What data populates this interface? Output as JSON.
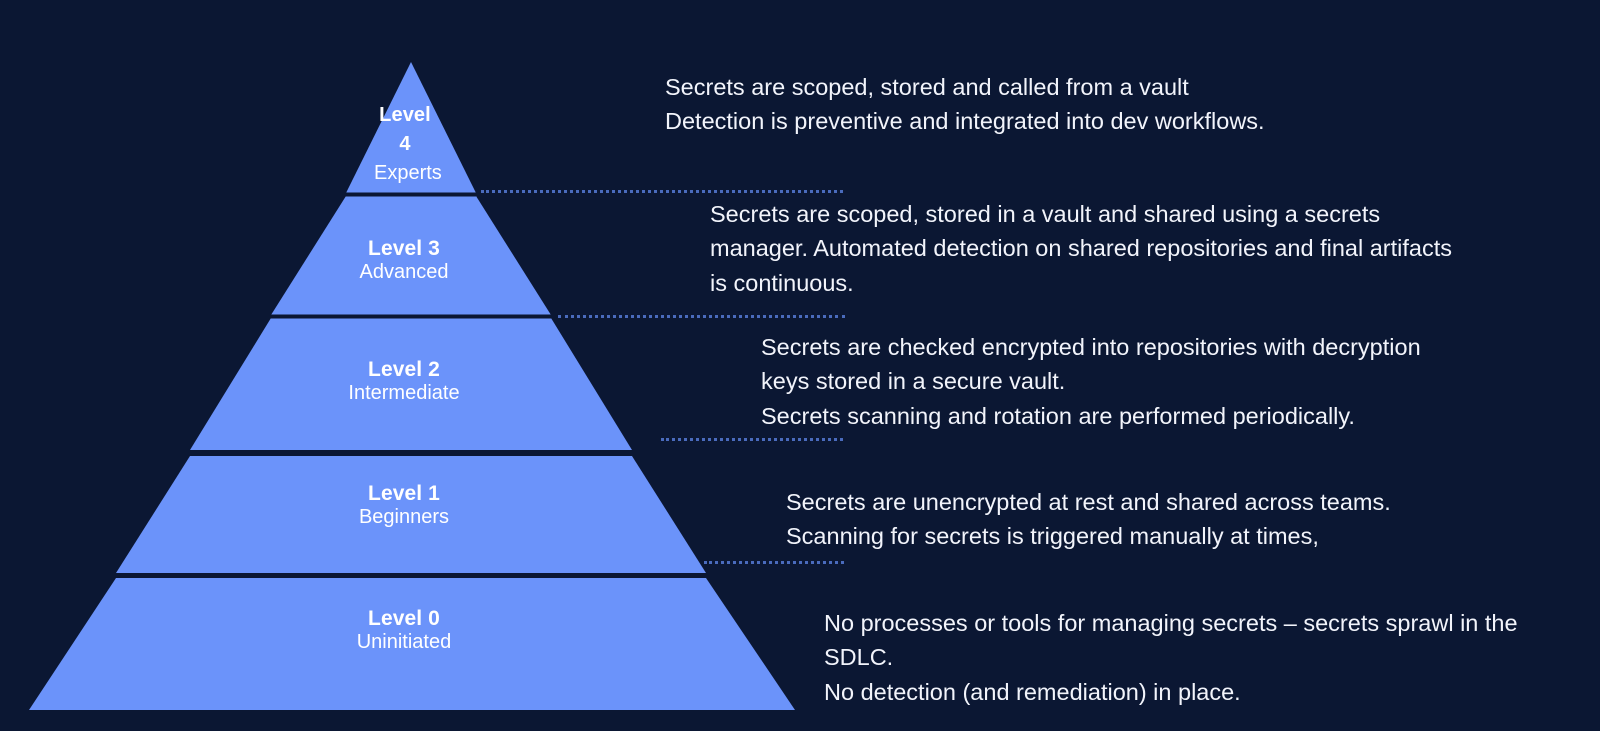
{
  "theme": {
    "background_color": "#0b1733",
    "pyramid_fill": "#6b93fa",
    "pyramid_divider_color": "#0b1733",
    "leader_line_color": "#4a6bbd",
    "text_color": "#f2f4fb"
  },
  "pyramid": {
    "tiers": [
      {
        "id": 4,
        "name": "Level 4",
        "subtitle": "Experts",
        "description": "Secrets are scoped, stored and called from a vault\nDetection is preventive and integrated into dev workflows."
      },
      {
        "id": 3,
        "name": "Level 3",
        "subtitle": "Advanced",
        "description": "Secrets are scoped, stored in a vault and shared using a secrets manager. Automated detection on shared repositories and final artifacts is continuous."
      },
      {
        "id": 2,
        "name": "Level 2",
        "subtitle": "Intermediate",
        "description": "Secrets are checked encrypted into repositories with decryption keys stored in a secure vault.\nSecrets scanning and rotation are performed periodically."
      },
      {
        "id": 1,
        "name": "Level 1",
        "subtitle": "Beginners",
        "description": "Secrets are unencrypted at rest and  shared across teams. Scanning for secrets is triggered manually at times,"
      },
      {
        "id": 0,
        "name": "Level 0",
        "subtitle": "Uninitiated",
        "description": "No processes or tools for managing secrets – secrets sprawl in the SDLC.\nNo detection (and remediation) in place."
      }
    ]
  }
}
